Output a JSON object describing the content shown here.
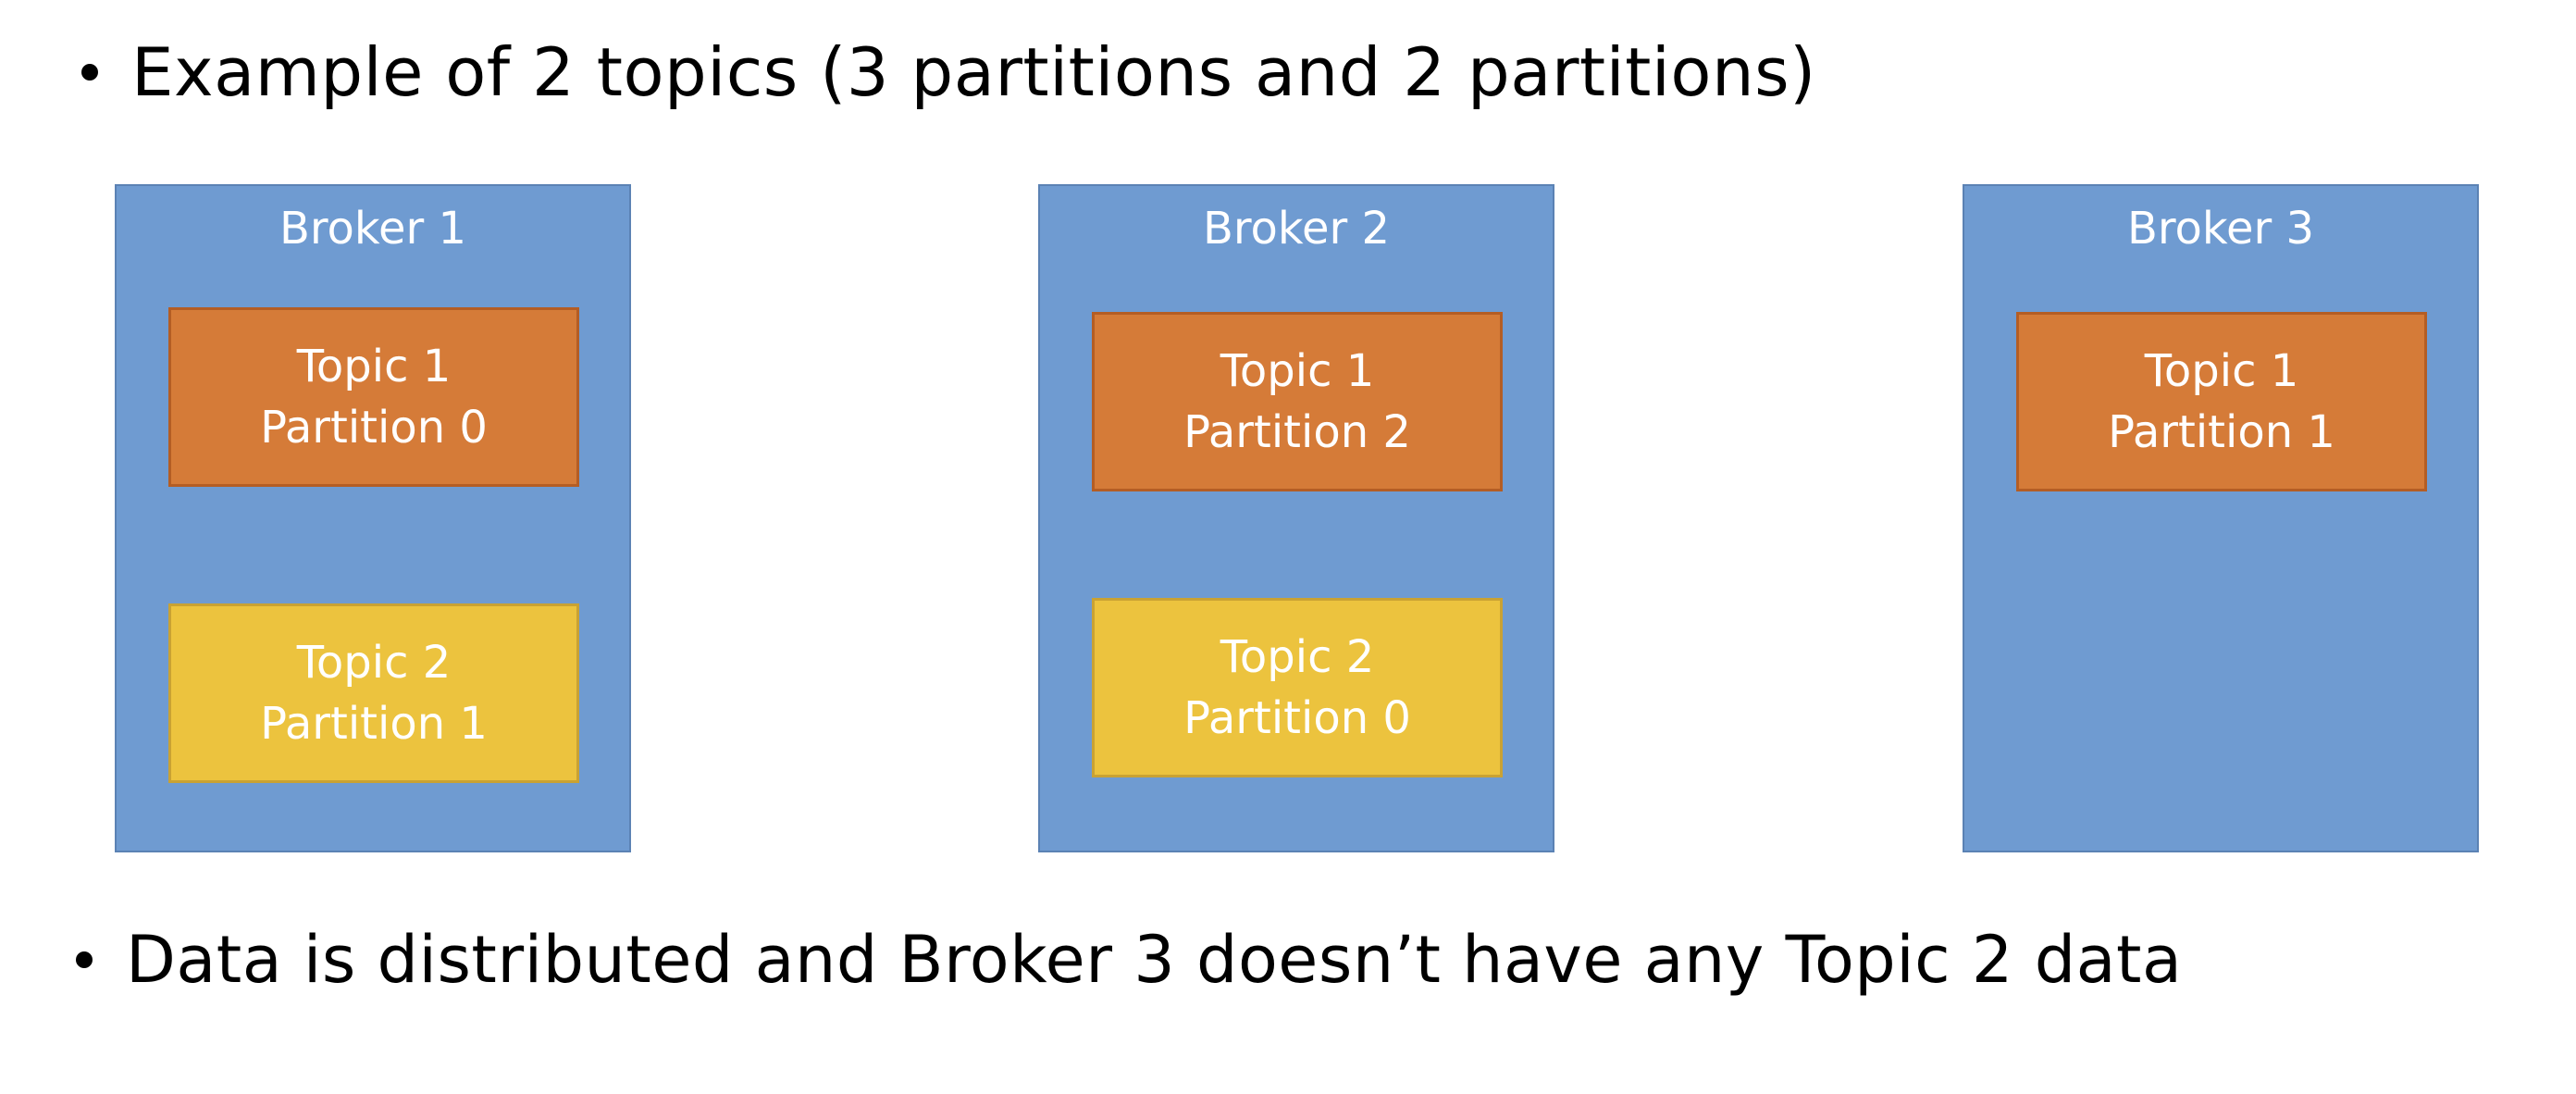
{
  "heading": {
    "text": "Example of 2 topics (3 partitions and 2 partitions)"
  },
  "brokers": [
    {
      "name": "Broker 1",
      "partitions": [
        {
          "topic": "Topic 1",
          "partition": "Partition 0",
          "color": "#d57b38"
        },
        {
          "topic": "Topic 2",
          "partition": "Partition 1",
          "color": "#ecc33e"
        }
      ]
    },
    {
      "name": "Broker 2",
      "partitions": [
        {
          "topic": "Topic 1",
          "partition": "Partition 2",
          "color": "#d57b38"
        },
        {
          "topic": "Topic 2",
          "partition": "Partition 0",
          "color": "#ecc33e"
        }
      ]
    },
    {
      "name": "Broker 3",
      "partitions": [
        {
          "topic": "Topic 1",
          "partition": "Partition 1",
          "color": "#d57b38"
        }
      ]
    }
  ],
  "footer": {
    "text": "Data is distributed and Broker 3 doesn’t have any Topic 2 data"
  },
  "colors": {
    "broker": "#6f9bd1",
    "topic1": "#d57b38",
    "topic2": "#ecc33e"
  }
}
